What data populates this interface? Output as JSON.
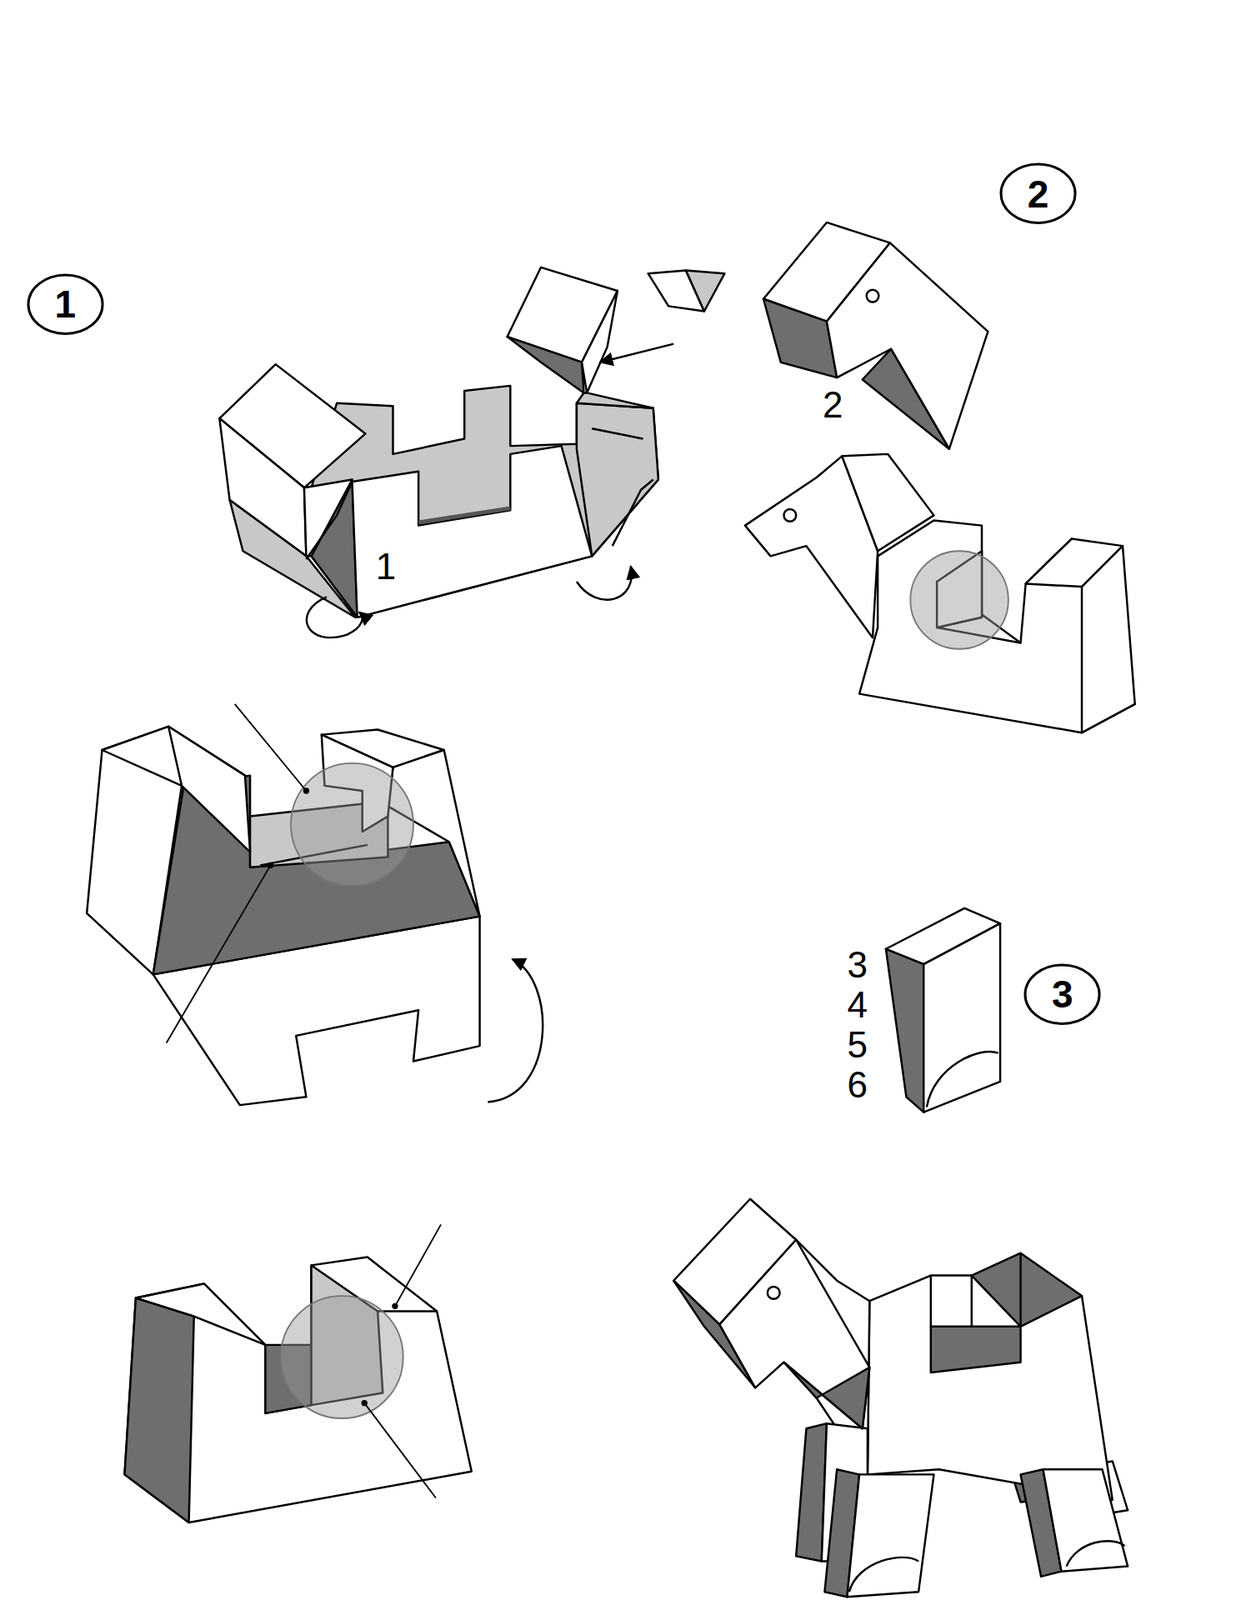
{
  "diagram": {
    "nodes": [
      {
        "text": [
          "1"
        ]
      },
      {
        "text": [
          "2"
        ]
      },
      {
        "text": [
          "3"
        ]
      }
    ],
    "labels": [
      "1",
      "2",
      "3",
      "4",
      "5",
      "6"
    ]
  }
}
